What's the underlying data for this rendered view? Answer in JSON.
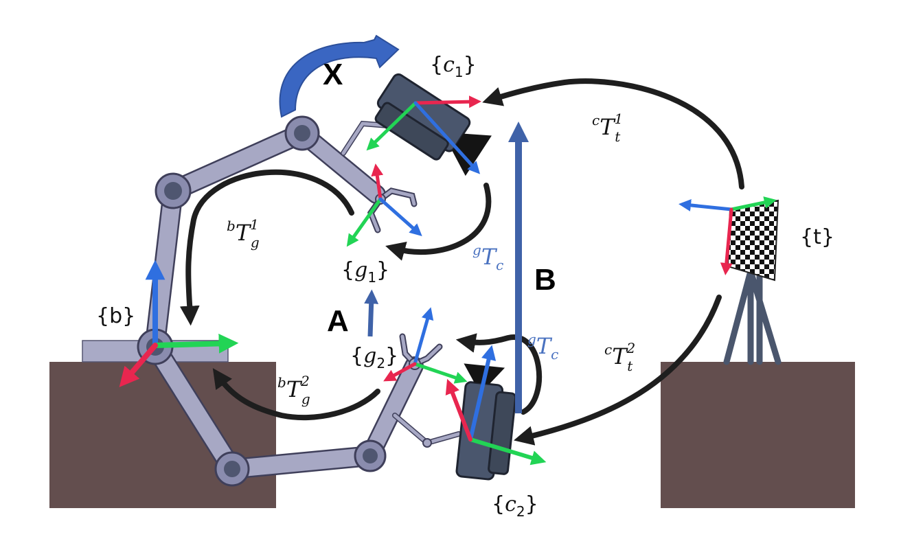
{
  "frames": {
    "base": "{b}",
    "target": "{t}",
    "gripper1": {
      "open": "{",
      "sym": "g",
      "sub": "1",
      "close": "}"
    },
    "gripper2": {
      "open": "{",
      "sym": "g",
      "sub": "2",
      "close": "}"
    },
    "camera1": {
      "open": "{",
      "sym": "c",
      "sub": "1",
      "close": "}"
    },
    "camera2": {
      "open": "{",
      "sym": "c",
      "sub": "2",
      "close": "}"
    }
  },
  "transforms": {
    "bTg1": {
      "pre": "b",
      "sym": "T",
      "sub": "g",
      "sup": "1"
    },
    "bTg2": {
      "pre": "b",
      "sym": "T",
      "sub": "g",
      "sup": "2"
    },
    "cTt1": {
      "pre": "c",
      "sym": "T",
      "sub": "t",
      "sup": "1"
    },
    "cTt2": {
      "pre": "c",
      "sym": "T",
      "sub": "t",
      "sup": "2"
    },
    "gTc_upper": {
      "pre": "g",
      "sym": "T",
      "sub": "c"
    },
    "gTc_lower": {
      "pre": "g",
      "sym": "T",
      "sub": "c"
    }
  },
  "labels": {
    "X": "X",
    "A": "A",
    "B": "B"
  },
  "colors": {
    "x_axis": "#e8264f",
    "y_axis": "#22d455",
    "z_axis": "#2f6fe0",
    "transform_arrow": "#1e1e1e",
    "X_arrow": "#3a66c2",
    "AB_arrow": "#3f62a8",
    "gTc_text": "#4a72c0",
    "table": "#634e4e",
    "robot_link": "#a7a8c4",
    "robot_outline": "#3f3f5a",
    "camera_body": "#4a566d"
  }
}
